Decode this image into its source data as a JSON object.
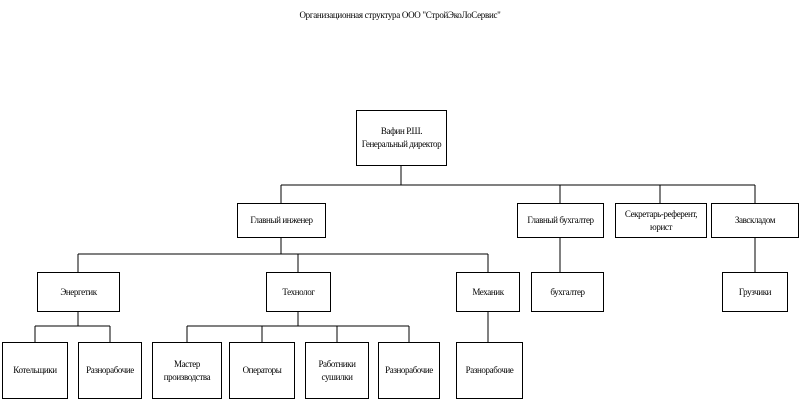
{
  "title": "Организационная структура ООО \"СтройЭкоЛоСервис\"",
  "director": {
    "name": "Вафин Р.Ш.",
    "position": "Генеральный директор"
  },
  "level2": {
    "chief_engineer": "Главный инженер",
    "chief_accountant": "Главный бухгалтер",
    "secretary": "Секретарь-референт, юрист",
    "warehouse": "Завскладом"
  },
  "level3": {
    "power_engineer": "Энергетик",
    "technologist": "Технолог",
    "mechanic": "Механик",
    "accountant": "бухгалтер",
    "loaders": "Грузчики"
  },
  "level4": {
    "boiler_operators": "Котельщики",
    "laborers_1": "Разнорабочие",
    "production_master": "Мастер производства",
    "operators": "Операторы",
    "drying_workers_line1": "Работники",
    "drying_workers_line2": "сушилки",
    "laborers_2": "Разнорабочие",
    "laborers_3": "Разнорабочие"
  }
}
